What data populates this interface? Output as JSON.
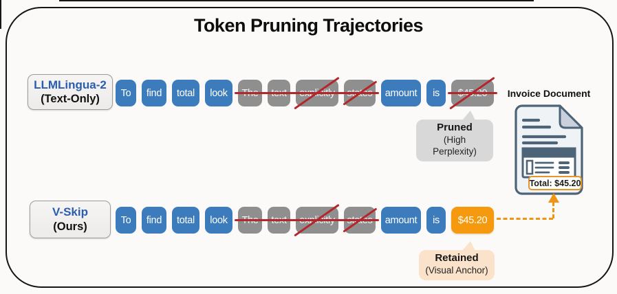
{
  "title": "Token Pruning Trajectories",
  "colors": {
    "kept_token": "#3d7cbc",
    "pruned_token": "#8f8f8f",
    "retained_token": "#f59a0e",
    "strike_red": "#b3262b",
    "pruned_bubble": "#d8d8d8",
    "retained_bubble": "#fbe3cb",
    "method_name_blue": "#2a5cb0",
    "invoice_stroke": "#4d6377",
    "connector_orange": "#ef9413"
  },
  "rows": [
    {
      "label_line1": "LLMLingua-2",
      "label_line2": "(Text-Only)",
      "tokens": [
        {
          "text": "To",
          "state": "kept"
        },
        {
          "text": "find",
          "state": "kept"
        },
        {
          "text": "total",
          "state": "kept"
        },
        {
          "text": "look",
          "state": "kept"
        },
        {
          "text": "The",
          "state": "pruned"
        },
        {
          "text": "text",
          "state": "pruned"
        },
        {
          "text": "explicitly",
          "state": "pruned-x"
        },
        {
          "text": "states",
          "state": "pruned-x"
        },
        {
          "text": "amount",
          "state": "kept"
        },
        {
          "text": "is",
          "state": "kept"
        },
        {
          "text": "$45.20",
          "state": "pruned-x"
        }
      ],
      "callout": {
        "line1": "Pruned",
        "line2": "(High Perplexity)"
      }
    },
    {
      "label_line1": "V-Skip",
      "label_line2": "(Ours)",
      "tokens": [
        {
          "text": "To",
          "state": "kept"
        },
        {
          "text": "find",
          "state": "kept"
        },
        {
          "text": "total",
          "state": "kept"
        },
        {
          "text": "look",
          "state": "kept"
        },
        {
          "text": "The",
          "state": "pruned"
        },
        {
          "text": "text",
          "state": "pruned"
        },
        {
          "text": "explicitly",
          "state": "pruned-x"
        },
        {
          "text": "states",
          "state": "pruned-x"
        },
        {
          "text": "amount",
          "state": "kept"
        },
        {
          "text": "is",
          "state": "kept"
        },
        {
          "text": "$45.20",
          "state": "retained"
        }
      ],
      "callout": {
        "line1": "Retained",
        "line2": "(Visual Anchor)"
      }
    }
  ],
  "invoice": {
    "title": "Invoice Document",
    "total_label": "Total: $45.20"
  }
}
